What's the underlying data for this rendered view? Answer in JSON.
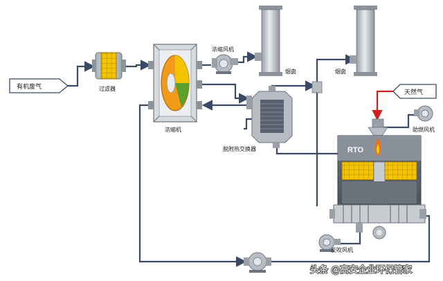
{
  "labels": {
    "organic_waste_gas": "有机废气",
    "filter": "过滤器",
    "concentrator": "浓缩机",
    "concentrator_fan": "浓缩风机",
    "chimney_1": "烟囱",
    "chimney_2": "烟囱",
    "desorption_heat_exchanger": "脱附热交换器",
    "natural_gas": "天然气",
    "combustion_fan": "助燃风机",
    "rto": "RTO",
    "backflush_fan": "反吹风机"
  },
  "watermark": "头条 @高安企业环保管家",
  "colors": {
    "pipe": "#3a4a66",
    "gas_line": "#cc1f1f",
    "equipment_gray": "#c9ccd1",
    "media_yellow": "#f4c400",
    "rotor_green": "#5aa02c",
    "rotor_orange": "#f29a1a"
  },
  "icons": [
    "arrow-right-icon",
    "flame-icon",
    "fan-icon"
  ]
}
